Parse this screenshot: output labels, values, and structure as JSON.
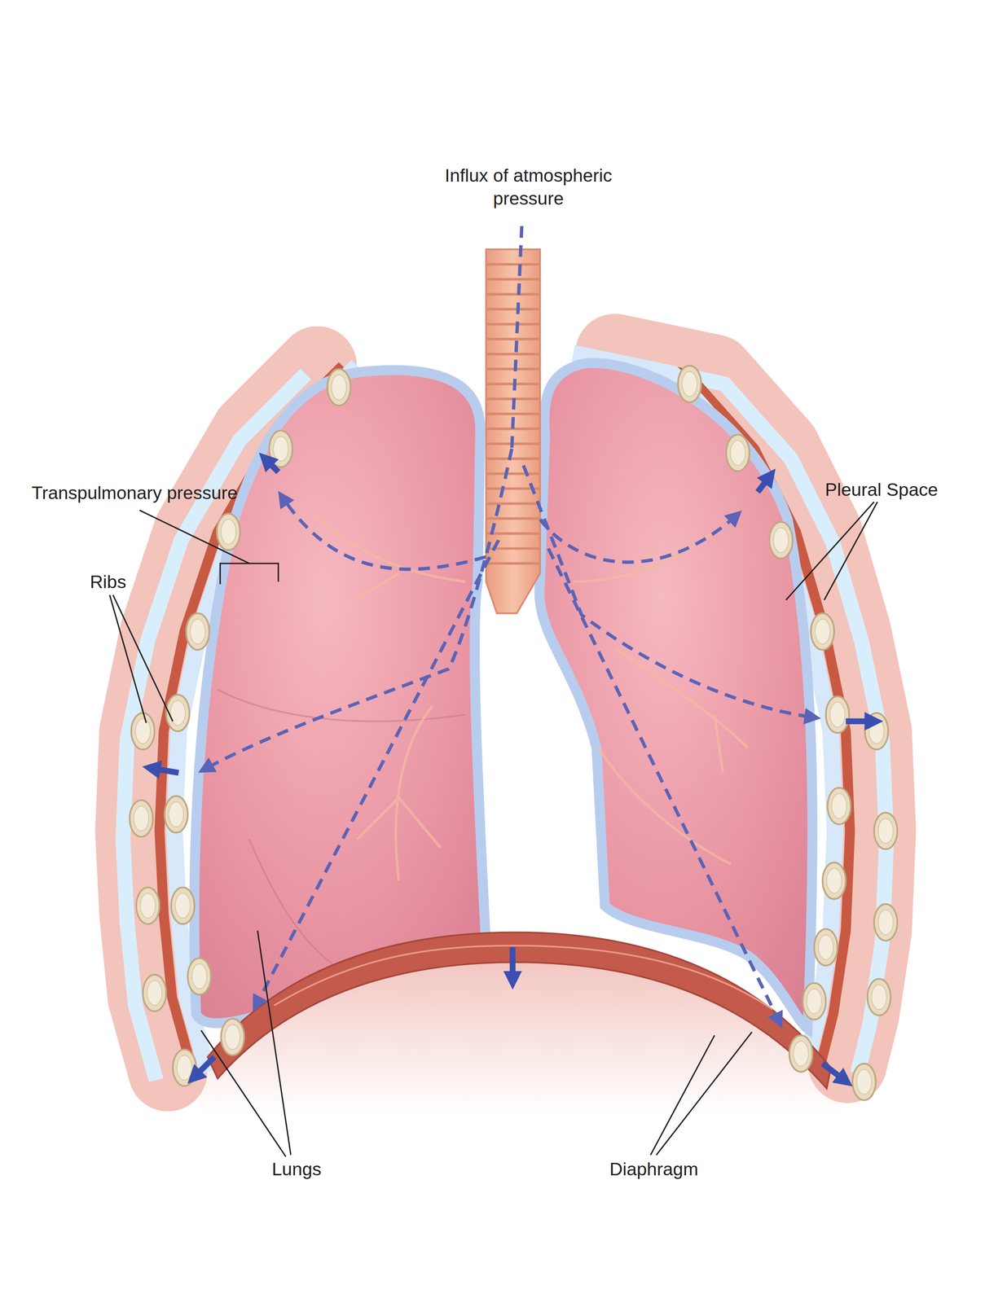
{
  "diagram": {
    "labels": [
      "Influx of atmospheric pressure",
      "Transpulmonary pressure",
      "Ribs",
      "Pleural Space",
      "Lungs",
      "Diaphragm"
    ]
  }
}
